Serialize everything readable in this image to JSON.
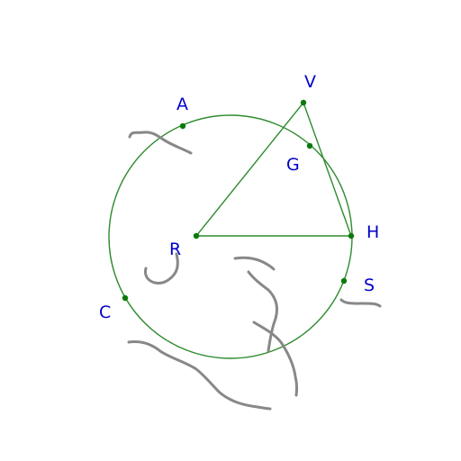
{
  "diagram": {
    "points": {
      "A": "A",
      "V": "V",
      "G": "G",
      "H": "H",
      "R": "R",
      "S": "S",
      "C": "C"
    },
    "colors": {
      "geometry": "#2e8b2e",
      "points": "#0a7a0a",
      "labels": "#0000cc",
      "scribbles": "#888888"
    }
  }
}
